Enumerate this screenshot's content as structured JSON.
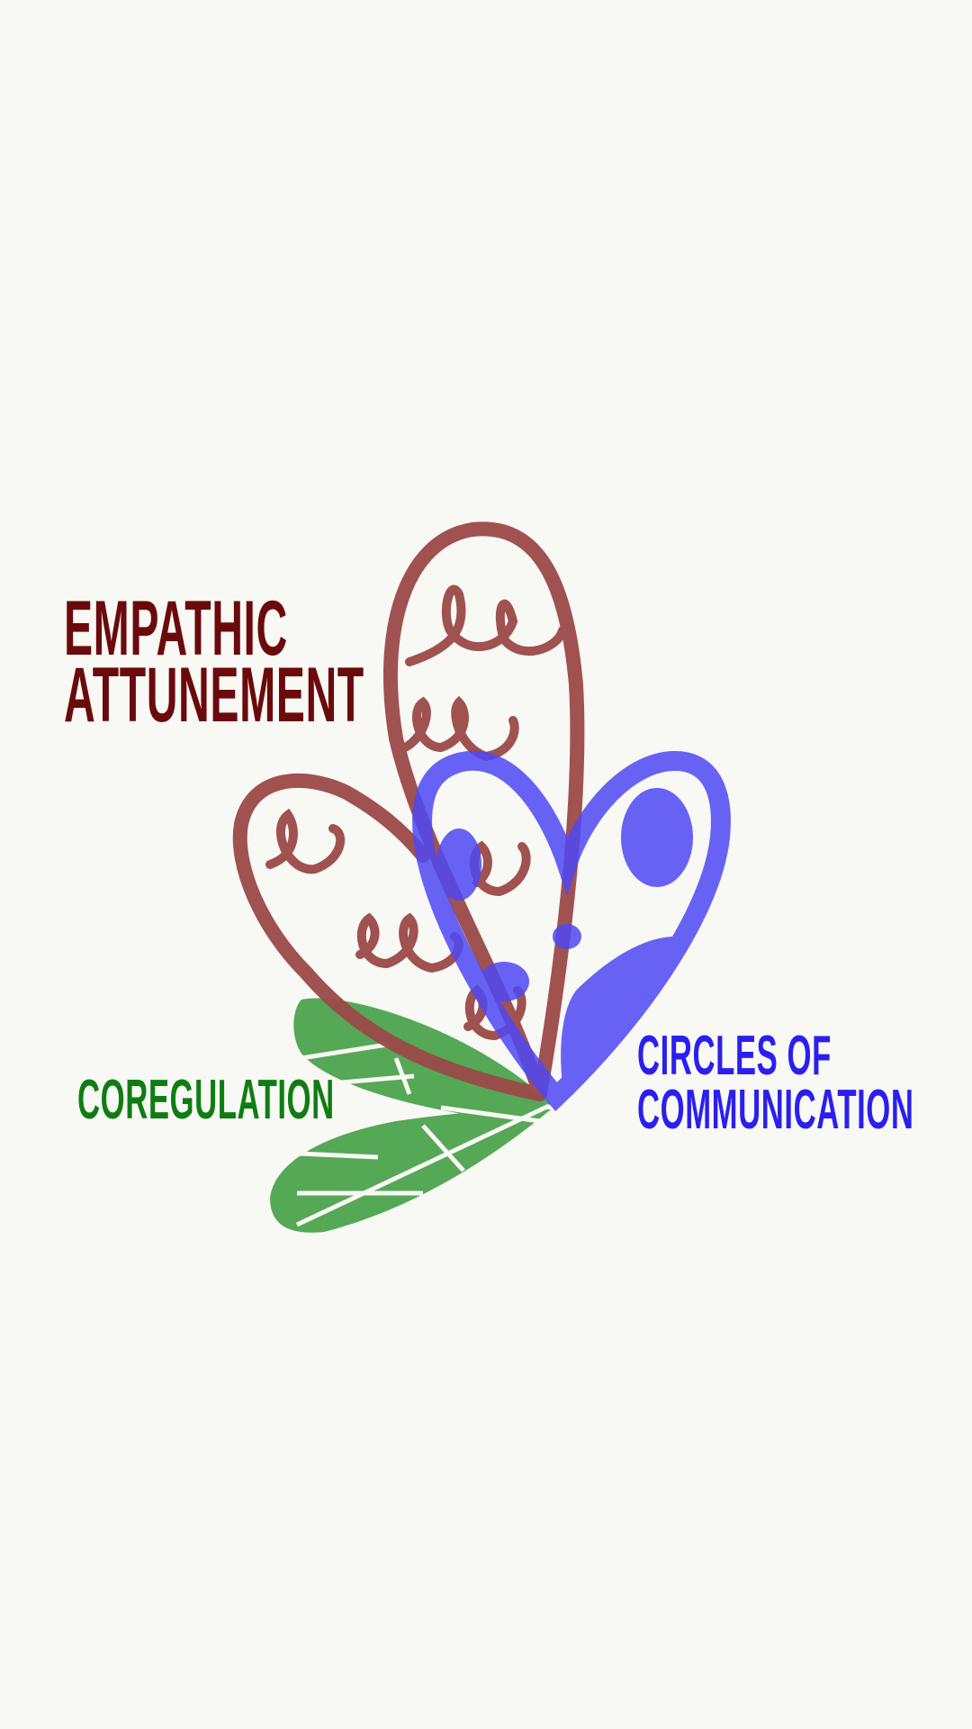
{
  "labels": {
    "empathic_line1": "EMPATHIC",
    "empathic_line2": "ATTUNEMENT",
    "coregulation": "COREGULATION",
    "circles_line1": "CIRCLES OF",
    "circles_line2": "COMMUNICATION"
  },
  "colors": {
    "background": "#f8f8f4",
    "empathic": "#6b0a0c",
    "coregulation": "#0f7d12",
    "circles": "#2a1ff0",
    "brown_shape": "#9b4a48",
    "blue_shape": "#5550f5",
    "green_shape": "#55a855"
  }
}
